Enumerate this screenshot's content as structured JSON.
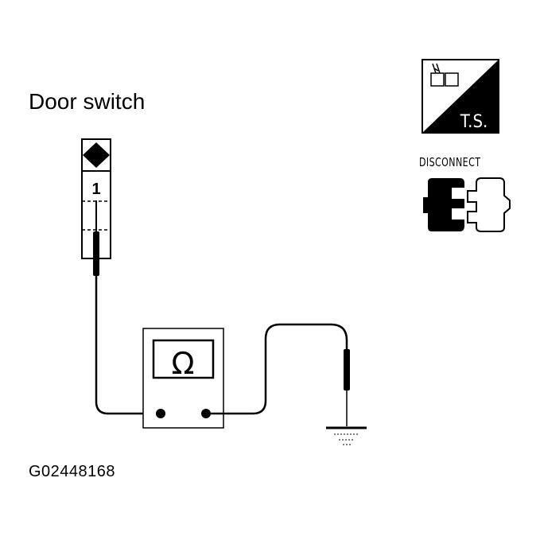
{
  "title": "Door switch",
  "connector": {
    "pin_label": "1"
  },
  "meter": {
    "symbol": "Ω"
  },
  "badge": {
    "ts_label": "T.S."
  },
  "disconnect": {
    "label": "DISCONNECT"
  },
  "figure_code": "G02448168"
}
